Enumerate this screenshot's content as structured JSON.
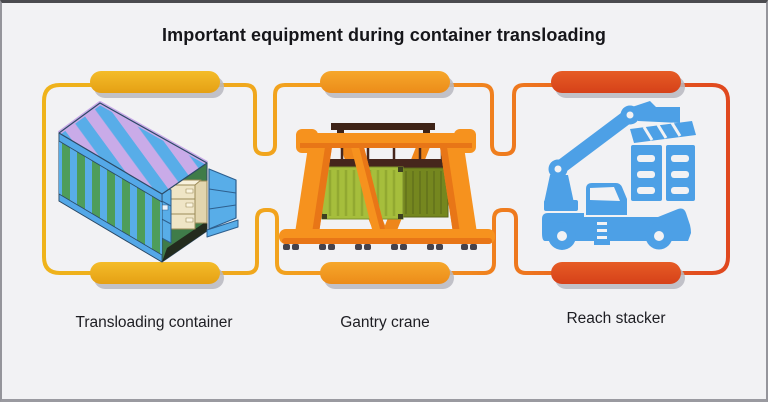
{
  "title": "Important equipment during container transloading",
  "items": [
    {
      "id": "transloading-container",
      "label": "Transloading container",
      "accent_color": "#F2B21D"
    },
    {
      "id": "gantry-crane",
      "label": "Gantry crane",
      "accent_color": "#F5941D"
    },
    {
      "id": "reach-stacker",
      "label": "Reach stacker",
      "accent_color": "#E4511D"
    }
  ],
  "palette": {
    "background": "#F2F2F4",
    "chain_gradient_start": "#EFB31B",
    "chain_gradient_mid": "#F5941D",
    "chain_gradient_end": "#E0481E",
    "pill_shadow": "#B9B9BF",
    "container_blue": "#58ADE8",
    "container_green": "#4E9D5A",
    "roof_lavender": "#C9ABE8",
    "cargo_beige": "#EFE5C6",
    "crane_orange": "#F6921E",
    "crane_dark_orange": "#E87617",
    "crane_brown": "#46261C",
    "crane_container_light": "#A6BE3C",
    "crane_container_dark": "#75871F",
    "stacker_blue": "#4DA0E6",
    "title_color": "#16161A",
    "label_color": "#1D1D22"
  }
}
